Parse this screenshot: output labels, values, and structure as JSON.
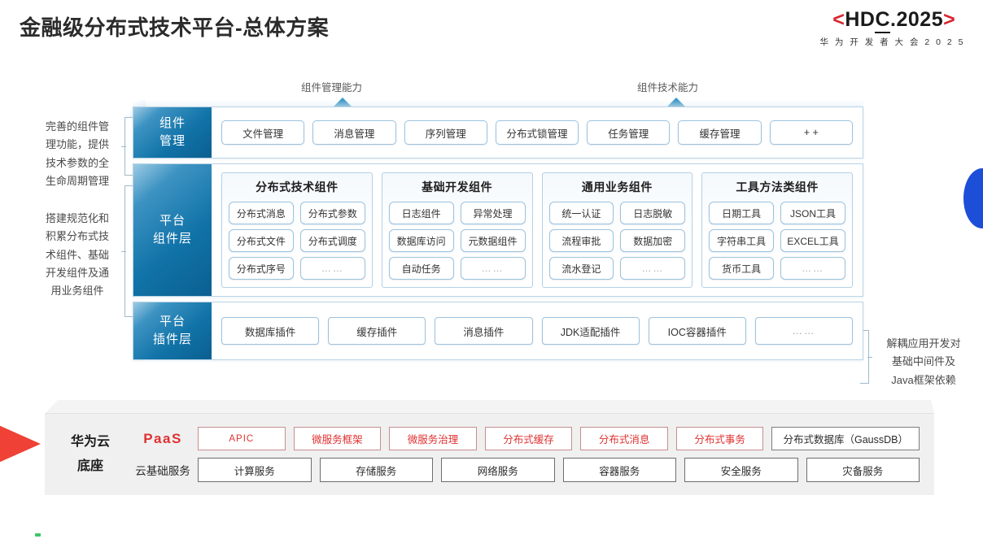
{
  "header": {
    "title": "金融级分布式技术平台-总体方案",
    "logo_bracket_left": "<",
    "logo_bracket_right": ">",
    "logo_main_a": "HD",
    "logo_main_c": "C",
    "logo_main_b": ".2025",
    "logo_sub": "华 为 开 发 者 大 会 2 0 2 5"
  },
  "arrows": {
    "left_caption": "组件管理能力",
    "right_caption": "组件技术能力"
  },
  "side_captions": {
    "left_top": "完善的组件管\n理功能，提供\n技术参数的全\n生命周期管理",
    "left_bottom": "搭建规范化和\n积累分布式技\n术组件、基础\n开发组件及通\n用业务组件",
    "right_plugin": "解耦应用开发对\n基础中间件及\nJava框架依赖"
  },
  "layers": {
    "manage": {
      "label_line1": "组件",
      "label_line2": "管理",
      "chips": [
        "文件管理",
        "消息管理",
        "序列管理",
        "分布式锁管理",
        "任务管理",
        "缓存管理",
        "+ +"
      ]
    },
    "platform": {
      "label_line1": "平台",
      "label_line2": "组件层",
      "groups": [
        {
          "title": "分布式技术组件",
          "items": [
            "分布式消息",
            "分布式参数",
            "分布式文件",
            "分布式调度",
            "分布式序号",
            "……"
          ]
        },
        {
          "title": "基础开发组件",
          "items": [
            "日志组件",
            "异常处理",
            "数据库访问",
            "元数据组件",
            "自动任务",
            "……"
          ]
        },
        {
          "title": "通用业务组件",
          "items": [
            "统一认证",
            "日志脱敏",
            "流程审批",
            "数据加密",
            "流水登记",
            "……"
          ]
        },
        {
          "title": "工具方法类组件",
          "items": [
            "日期工具",
            "JSON工具",
            "字符串工具",
            "EXCEL工具",
            "货币工具",
            "……"
          ]
        }
      ]
    },
    "plugin": {
      "label_line1": "平台",
      "label_line2": "插件层",
      "chips": [
        "数据库插件",
        "缓存插件",
        "消息插件",
        "JDK适配插件",
        "IOC容器插件",
        "……"
      ]
    }
  },
  "cloud_base": {
    "name_line1": "华为云",
    "name_line2": "底座",
    "paas_tag": "PaaS",
    "basic_tag": "云基础服务",
    "paas_items": [
      {
        "label": "APIC",
        "style": "red"
      },
      {
        "label": "微服务框架",
        "style": "red"
      },
      {
        "label": "微服务治理",
        "style": "red"
      },
      {
        "label": "分布式缓存",
        "style": "red"
      },
      {
        "label": "分布式消息",
        "style": "red"
      },
      {
        "label": "分布式事务",
        "style": "red"
      },
      {
        "label": "分布式数据库（GaussDB）",
        "style": "neutral"
      }
    ],
    "basic_items": [
      "计算服务",
      "存储服务",
      "网络服务",
      "容器服务",
      "安全服务",
      "灾备服务"
    ]
  },
  "colors": {
    "accent_red": "#e03030",
    "brand_red": "#d9232e",
    "layer_blue": "#1173a8",
    "decor_blue": "#1d4ed8",
    "base_gray": "#f0f0f0"
  }
}
